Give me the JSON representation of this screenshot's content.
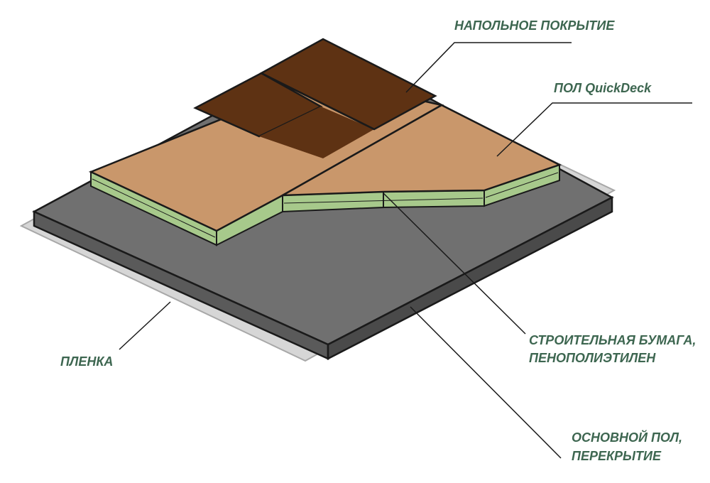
{
  "labels": {
    "flooring": "НАПОЛЬНОЕ ПОКРЫТИЕ",
    "quickdeck": "ПОЛ QuickDeck",
    "paper_line1": "СТРОИТЕЛЬНАЯ БУМАГА,",
    "paper_line2": "ПЕНОПОЛИЭТИЛЕН",
    "film": "ПЛЕНКА",
    "base_line1": "ОСНОВНОЙ ПОЛ,",
    "base_line2": "ПЕРЕКРЫТИЕ"
  },
  "colors": {
    "label_text": "#3d6650",
    "base_top": "#707070",
    "base_side": "#555555",
    "film": "#b8b8b8",
    "board_top": "#c9976b",
    "foam": "#a7c98b",
    "tile": "#5e3213",
    "outline": "#1a1a1a"
  }
}
